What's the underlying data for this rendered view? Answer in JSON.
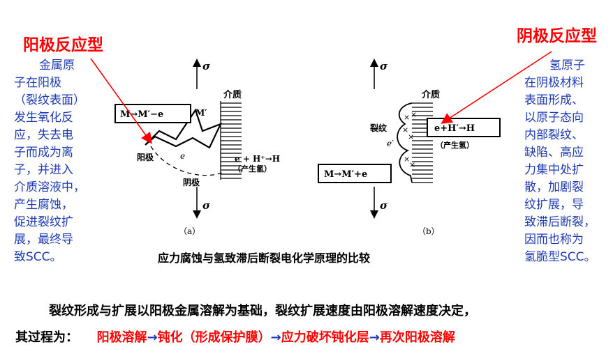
{
  "left": {
    "title": "阳极反应型",
    "lines": [
      "金属原",
      "子在阳极",
      "（裂纹表面）",
      "发生氧化反",
      "应，失去电",
      "子而成为离",
      "子，并进入",
      "介质溶液中，",
      "产生腐蚀，",
      "促进裂纹扩",
      "展，最终导",
      "致SCC。"
    ]
  },
  "right": {
    "title": "阴极反应型",
    "lines": [
      "氢原子",
      "在阴极材料",
      "表面形成、",
      "以原子态向",
      "内部裂纹、",
      "缺陷、高应",
      "力集中处扩",
      "散，加剧裂",
      "纹扩展，导",
      "致滞后断裂，",
      "因而也称为",
      "氢脆型SCC。"
    ]
  },
  "figure": {
    "caption": "应力腐蚀与氢致滞后断裂电化学原理的比较",
    "a": {
      "sigma": "σ",
      "medium": "介质",
      "anode_reaction": "M→M′−e",
      "m_prime": "M′",
      "anode": "阳极",
      "e_label": "e",
      "cathode_reaction": "e + H⁺→H",
      "hydrogen": "（产生氢）",
      "cathode": "阴极",
      "panel_label": "（a）"
    },
    "b": {
      "sigma": "σ",
      "medium": "介质",
      "crack": "裂纹",
      "e_label": "e′",
      "reaction": "e+H′→H",
      "hydrogen": "（产生氢）",
      "metal_reaction": "M→M′+e",
      "panel_label": "（b）"
    }
  },
  "bottom": {
    "line1": "裂纹形成与扩展以阳极金属溶解为基础，裂纹扩展速度由阳极溶解速度决定，",
    "line2_prefix": "其过程为：",
    "process": [
      {
        "text": "阳极溶解",
        "color": "red"
      },
      {
        "text": "→",
        "color": "blue"
      },
      {
        "text": "钝化（形成保护膜）",
        "color": "red"
      },
      {
        "text": "→",
        "color": "blue"
      },
      {
        "text": "应力破坏钝化层",
        "color": "red"
      },
      {
        "text": "→",
        "color": "blue"
      },
      {
        "text": "再次阳极溶解",
        "color": "red"
      }
    ]
  },
  "colors": {
    "red": "#ff0000",
    "blue": "#1f3bb3",
    "black": "#000000"
  }
}
